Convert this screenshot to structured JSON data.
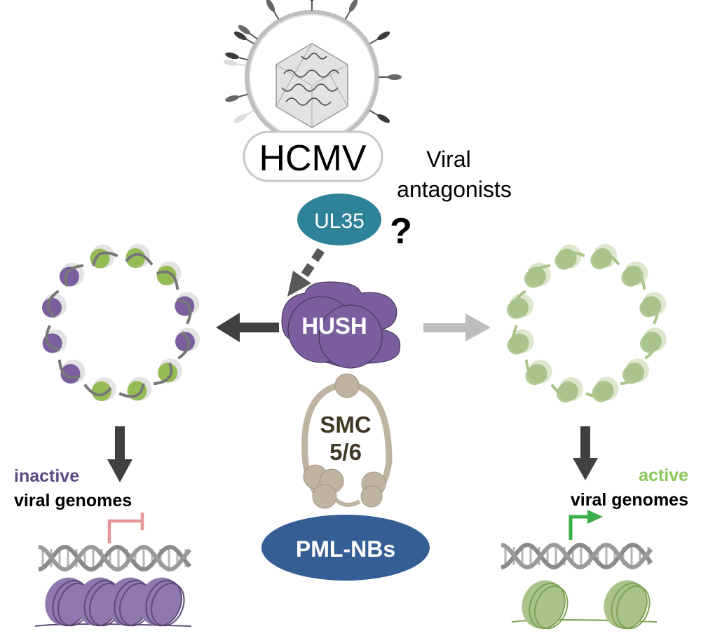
{
  "virus": {
    "label": "HCMV",
    "icon": "virion-icon"
  },
  "viral_antagonists": {
    "line1": "Viral",
    "line2": "antagonists",
    "unknown_mark": "?"
  },
  "ul35": {
    "label": "UL35",
    "color": "#2E8398"
  },
  "hush": {
    "label": "HUSH",
    "color": "#7B5E9E"
  },
  "smc": {
    "line1": "SMC",
    "line2": "5/6",
    "color": "#BFB3A2",
    "text_color": "#3F3926"
  },
  "pml": {
    "label": "PML-NBs",
    "color": "#355E94"
  },
  "inactive": {
    "state_label": "inactive",
    "genomes_label": "viral genomes",
    "state_color": "#5E4A82",
    "nucleosome_color": "#8E78AE",
    "repressor_color": "#E59595"
  },
  "active": {
    "state_label": "active",
    "genomes_label": "viral genomes",
    "state_color": "#8DC65A",
    "nucleosome_color": "#A9C38A",
    "promoter_color": "#3BAE49"
  },
  "colors": {
    "dark_arrow": "#404040",
    "light_arrow": "#BDBDBD",
    "dashed_arrow": "#595959",
    "dna": "#8A8A8A",
    "green_nuc": "#95BB55",
    "purple_nuc": "#7B5E9E"
  }
}
